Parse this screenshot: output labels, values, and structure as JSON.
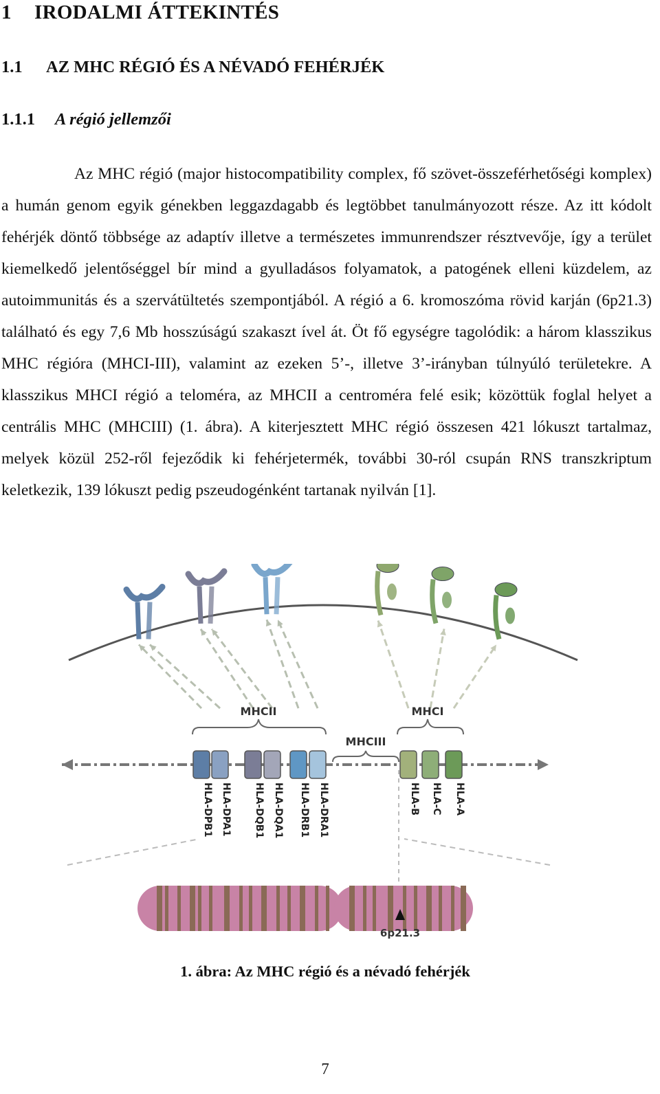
{
  "headings": {
    "h1": {
      "num": "1",
      "text": "IRODALMI ÁTTEKINTÉS"
    },
    "h2": {
      "num": "1.1",
      "text": "AZ MHC RÉGIÓ ÉS A NÉVADÓ FEHÉRJÉK"
    },
    "h3": {
      "num": "1.1.1",
      "text": "A régió jellemzői"
    }
  },
  "paragraph": "Az MHC régió (major histocompatibility complex, fő szövet-összeférhetőségi komplex) a humán genom egyik génekben leggazdagabb és legtöbbet tanulmányozott része. Az itt kódolt fehérjék döntő többsége az adaptív illetve a természetes immunrend­szer résztvevője, így a terület kiemelkedő jelentőséggel bír mind a gyulladásos folyama­tok, a patogének elleni küzdelem, az autoimmunitás és a szervátültetés szempontjából. A régió a 6. kromoszóma rövid karján (6p21.3) található és egy 7,6 Mb hosszúságú szakaszt ível át. Öt fő egységre tagolódik: a három klasszikus MHC régióra (MHCI-III), valamint az ezeken 5’-, illetve 3’-irányban túlnyúló területekre. A klasszikus MHCI régió a teloméra, az MHCII a centroméra felé esik; közöttük foglal helyet a centrális MHC (MHCIII) (1. ábra). A kiterjesztett MHC régió összesen 421 lókuszt tartalmaz, melyek közül 252-ről fejeződik ki fehérjetermék, további 30-ról csupán RNS transz­kriptum keletkezik, 139 lókuszt pedig pszeudogénként tartanak nyilván [1].",
  "figure": {
    "region_labels": {
      "mhcii": "MHCII",
      "mhciii": "MHCIII",
      "mhci": "MHCI"
    },
    "genes": [
      {
        "name": "HLA-DPB1",
        "color": "#5d7ea6"
      },
      {
        "name": "HLA-DPA1",
        "color": "#8aa1c2"
      },
      {
        "name": "HLA-DQB1",
        "color": "#7b7d96"
      },
      {
        "name": "HLA-DQA1",
        "color": "#a3a6b8"
      },
      {
        "name": "HLA-DRB1",
        "color": "#5f97c4"
      },
      {
        "name": "HLA-DRA1",
        "color": "#a5c4dd"
      },
      {
        "name": "HLA-B",
        "color": "#a2b17b"
      },
      {
        "name": "HLA-C",
        "color": "#8eae78"
      },
      {
        "name": "HLA-A",
        "color": "#6c9a58"
      }
    ],
    "band_label": "6p21.3",
    "colors": {
      "chromosome": "#c883a6",
      "band": "#8a6a56",
      "mhcii_receptor": "#5878a0",
      "mhci_receptor": "#7a9a5c",
      "membrane": "#555555"
    }
  },
  "caption": "1. ábra: Az MHC régió és a névadó fehérjék",
  "page_number": "7"
}
